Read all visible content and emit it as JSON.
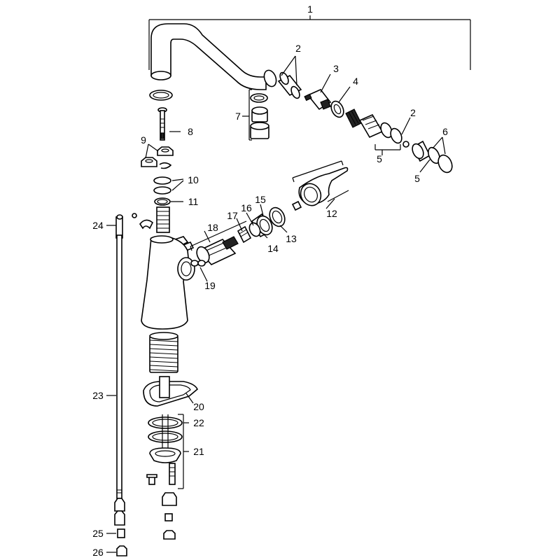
{
  "callouts": {
    "c1": "1",
    "c2a": "2",
    "c2b": "2",
    "c3": "3",
    "c4": "4",
    "c5a": "5",
    "c5b": "5",
    "c6": "6",
    "c7": "7",
    "c8": "8",
    "c9": "9",
    "c10": "10",
    "c11": "11",
    "c12": "12",
    "c13": "13",
    "c14": "14",
    "c15": "15",
    "c16": "16",
    "c17": "17",
    "c18": "18",
    "c19": "19",
    "c20": "20",
    "c21": "21",
    "c22": "22",
    "c23": "23",
    "c24": "24",
    "c25": "25",
    "c26": "26"
  }
}
